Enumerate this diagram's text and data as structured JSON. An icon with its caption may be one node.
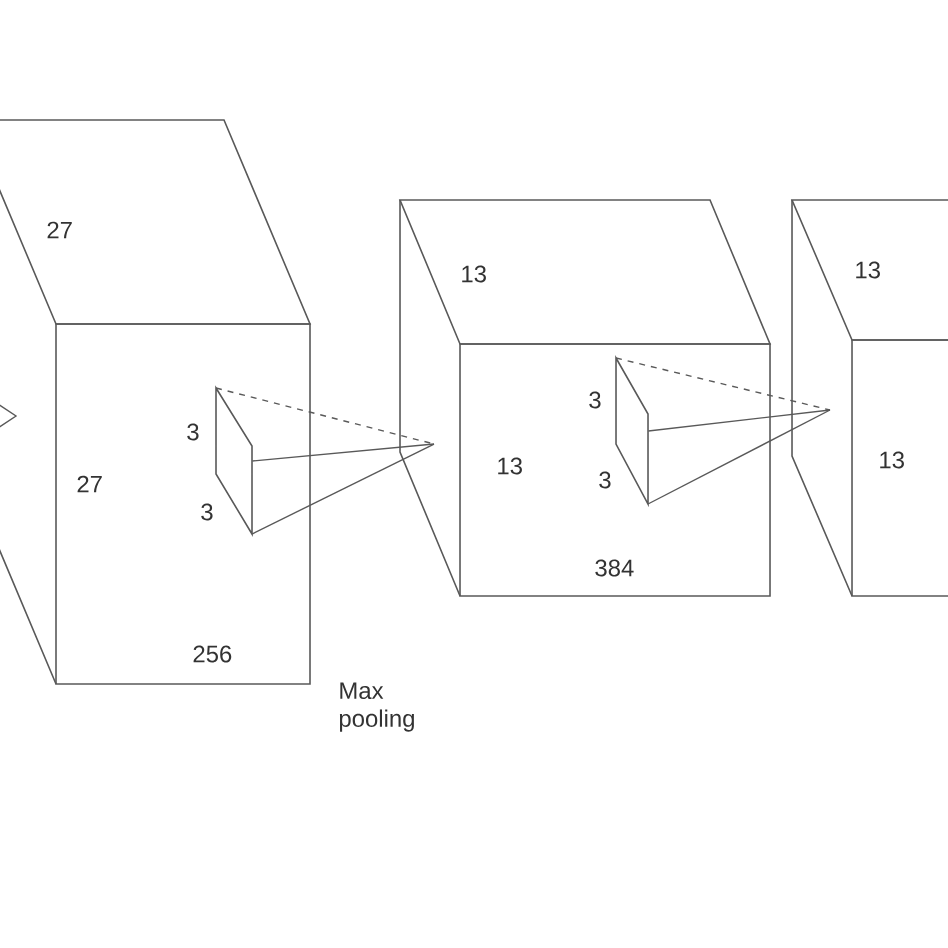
{
  "diagram": {
    "nodes": [
      {
        "text": [
          "27",
          "27",
          "256"
        ]
      },
      {
        "text": [
          "3",
          "3"
        ],
        "in": 0
      },
      {
        "text": [
          "13",
          "13",
          "384"
        ]
      },
      {
        "text": [
          "3",
          "3"
        ],
        "in": 2
      },
      {
        "text": [
          "13",
          "13"
        ]
      }
    ],
    "edges": [
      {
        "from": 1,
        "to": 2,
        "arrow": "none"
      },
      {
        "from": 3,
        "to": 4,
        "arrow": "none"
      }
    ],
    "labels": [
      "Max pooling"
    ]
  }
}
